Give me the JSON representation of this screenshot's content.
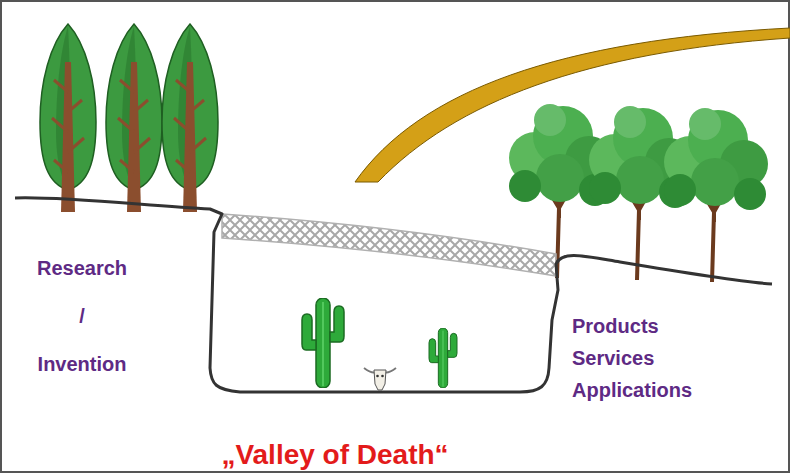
{
  "diagram": {
    "labels": [
      "Research / Invention",
      "Products Services Applications",
      "„Valley of Death“"
    ]
  }
}
